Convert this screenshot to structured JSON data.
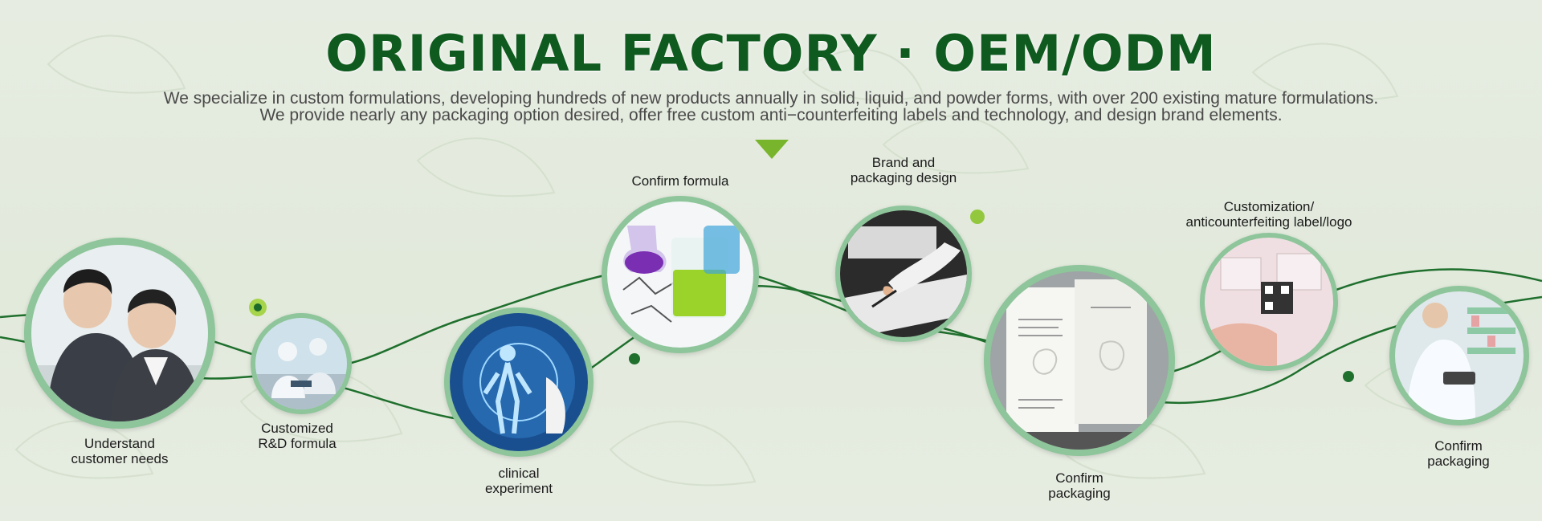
{
  "banner": {
    "title": "ORIGINAL FACTORY  ·  OEM/ODM",
    "subtitle_line1": "We specialize in custom formulations, developing hundreds of new products annually in solid, liquid, and powder forms, with over 200 existing mature formulations.",
    "subtitle_line2": "We provide nearly any packaging option desired, offer free custom anti−counterfeiting labels and technology, and design brand elements."
  },
  "colors": {
    "title_green": "#0f5a1e",
    "accent_lime": "#79b52c",
    "ring_green": "#8ec59a",
    "wave_green": "#1f6f2d"
  },
  "steps": [
    {
      "label_line1": "Understand",
      "label_line2": "customer needs",
      "icon": "customer-service-photo"
    },
    {
      "label_line1": "Customized",
      "label_line2": "R&D formula",
      "icon": "lab-researchers-photo"
    },
    {
      "label_line1": "clinical",
      "label_line2": "experiment",
      "icon": "digital-human-body-photo"
    },
    {
      "label_line1": "Confirm formula",
      "label_line2": "",
      "icon": "chemistry-flasks-photo"
    },
    {
      "label_line1": "Brand and",
      "label_line2": "packaging design",
      "icon": "designer-drawing-photo"
    },
    {
      "label_line1": "Confirm",
      "label_line2": "packaging",
      "icon": "packaging-box-photo"
    },
    {
      "label_line1": "Customization/",
      "label_line2": "anticounterfeiting label/logo",
      "icon": "qr-label-photo"
    },
    {
      "label_line1": "Confirm",
      "label_line2": "packaging",
      "icon": "pharmacy-doctor-photo"
    }
  ]
}
